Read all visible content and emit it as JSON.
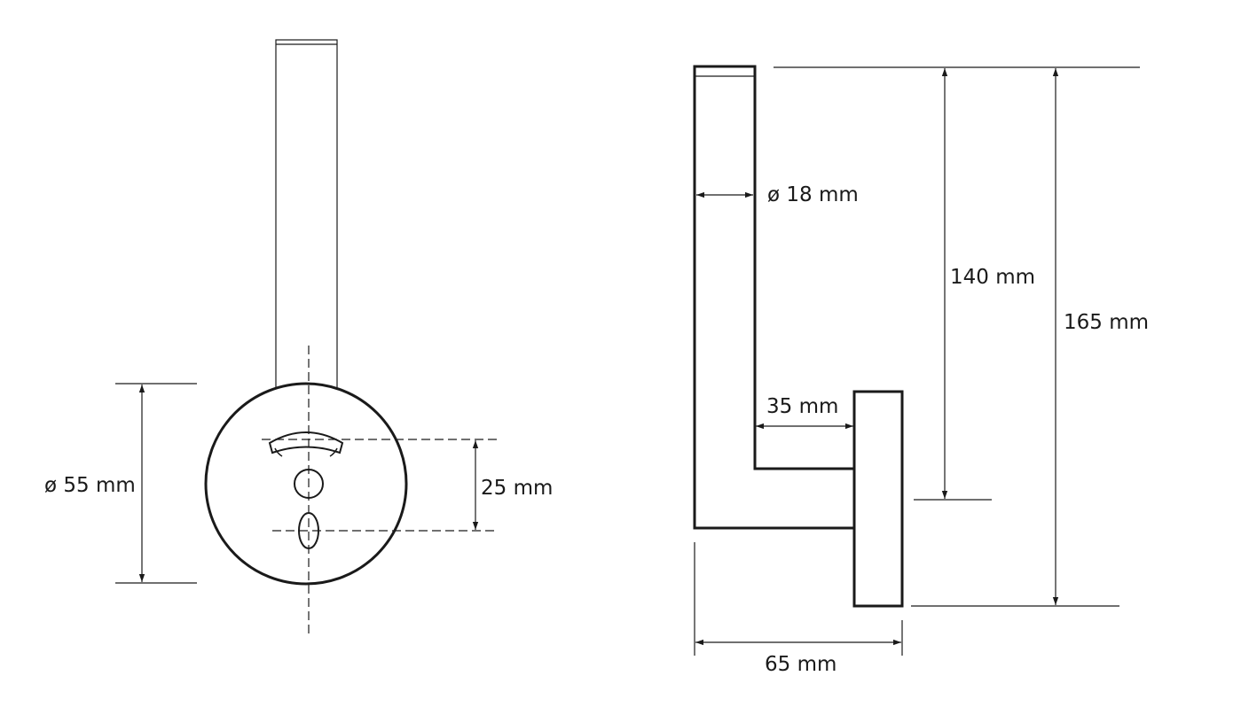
{
  "dimensions": {
    "front_diameter": "ø 55 mm",
    "hole_spacing": "25 mm",
    "rod_diameter": "ø 18 mm",
    "inner_length": "140 mm",
    "total_height": "165 mm",
    "arm_offset": "35 mm",
    "total_depth": "65 mm"
  }
}
